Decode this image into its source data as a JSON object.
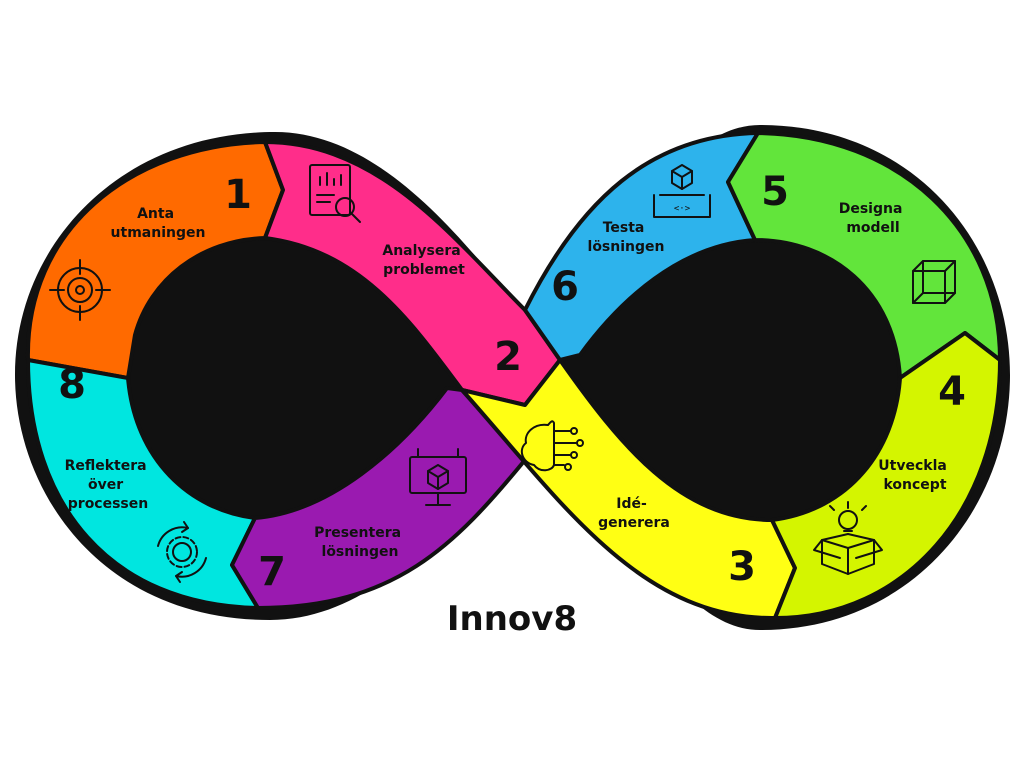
{
  "brand": {
    "name": "Innov8"
  },
  "colors": {
    "outline": "#111111",
    "step1": "#ff6a00",
    "step2": "#ff2d8a",
    "step3": "#ffff14",
    "step4": "#d4f500",
    "step5": "#62e53b",
    "step6": "#2db3ec",
    "step7": "#9a1ab0",
    "step8": "#00e6e0"
  },
  "steps": [
    {
      "number": "1",
      "lines": [
        "Anta",
        "utmaningen"
      ],
      "icon": "target-icon"
    },
    {
      "number": "2",
      "lines": [
        "Analysera",
        "problemet"
      ],
      "icon": "report-magnifier-icon"
    },
    {
      "number": "3",
      "lines": [
        "Idé-",
        "generera"
      ],
      "icon": "brain-circuit-icon"
    },
    {
      "number": "4",
      "lines": [
        "Utveckla",
        "koncept"
      ],
      "icon": "box-lightbulb-icon"
    },
    {
      "number": "5",
      "lines": [
        "Designa",
        "modell"
      ],
      "icon": "wireframe-cube-icon"
    },
    {
      "number": "6",
      "lines": [
        "Testa",
        "lösningen"
      ],
      "icon": "cube-blueprint-icon"
    },
    {
      "number": "7",
      "lines": [
        "Presentera",
        "lösningen"
      ],
      "icon": "presentation-board-icon"
    },
    {
      "number": "8",
      "lines": [
        "Reflektera",
        "över",
        "processen"
      ],
      "icon": "gear-cycle-icon"
    }
  ]
}
